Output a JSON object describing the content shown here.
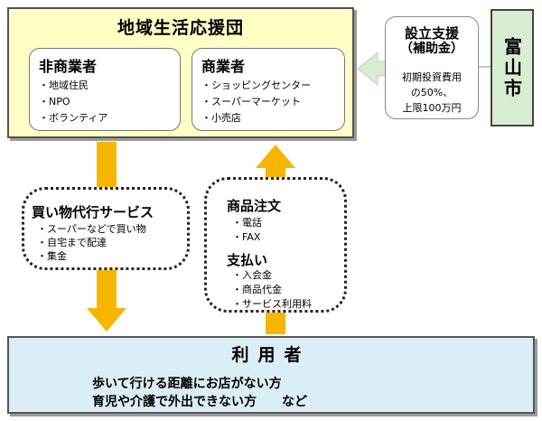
{
  "org": {
    "title": "地域生活応援団",
    "non_commercial": {
      "title": "非商業者",
      "items": [
        "・地域住民",
        "・NPO",
        "・ボランティア"
      ]
    },
    "commercial": {
      "title": "商業者",
      "items": [
        "・ショッピングセンター",
        "・スーパーマーケット",
        "・小売店"
      ]
    }
  },
  "city": {
    "label": "富山市"
  },
  "subsidy": {
    "title": "設立支援",
    "subtitle": "（補助金）",
    "lines": [
      "初期投資費用",
      "の50%、",
      "上限100万円"
    ]
  },
  "services": {
    "title": "買い物代行サービス",
    "items": [
      "・スーパーなどで買い物",
      "・自宅まで配達",
      "・集金"
    ]
  },
  "orders": {
    "title": "商品注文",
    "items": [
      "・電話",
      "・FAX"
    ],
    "payment_title": "支払い",
    "payment_items": [
      "・入会金",
      "・商品代金",
      "・サービス利用料"
    ]
  },
  "users": {
    "title": "利用者",
    "line1": "歩いて行ける距離にお店がない方",
    "line2": "育児や介護で外出できない方　　など"
  },
  "colors": {
    "org_fill": "#ffffc6",
    "city_fill": "#d8ecd2",
    "users_fill": "#dbeef5",
    "arrow": "#f7b500"
  }
}
